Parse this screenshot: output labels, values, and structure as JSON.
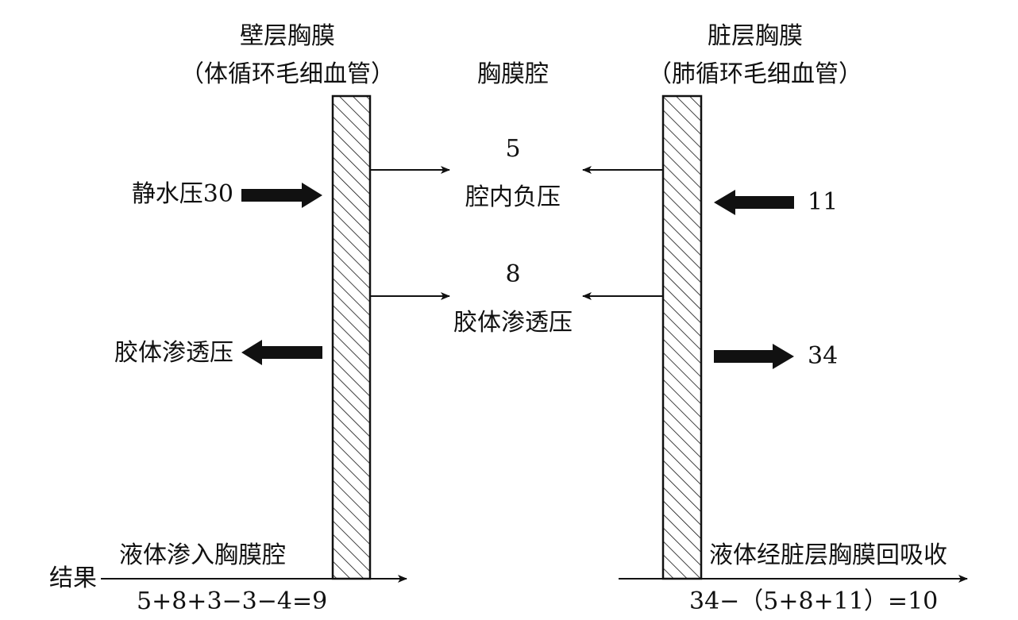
{
  "parietal": {
    "title": "壁层胸膜",
    "subtitle": "（体循环毛细血管）"
  },
  "cavity": {
    "title": "胸膜腔"
  },
  "visceral": {
    "title": "脏层胸膜",
    "subtitle": "（肺循环毛细血管）"
  },
  "center": {
    "negative_value": "5",
    "negative_label": "腔内负压",
    "colloid_value": "8",
    "colloid_label": "胶体渗透压"
  },
  "left_forces": {
    "hydrostatic": "静水压30",
    "colloid": "胶体渗透压"
  },
  "right_forces": {
    "inward": "11",
    "outward": "34"
  },
  "result": {
    "label": "结果",
    "left_caption": "液体渗入胸膜腔",
    "left_formula": "5+8+3−3−4=9",
    "right_caption": "液体经脏层胸膜回吸收",
    "right_formula": "34−（5+8+11）=10"
  },
  "colors": {
    "ink": "#111111",
    "background": "#ffffff"
  }
}
